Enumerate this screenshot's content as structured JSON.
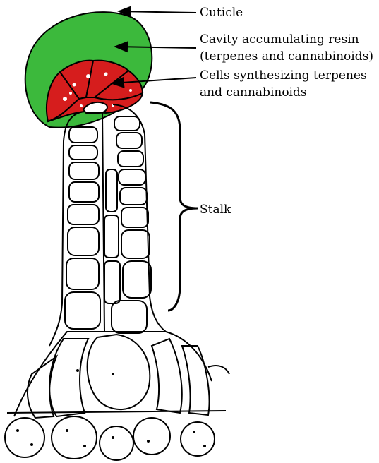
{
  "labels": {
    "cuticle": "Cuticle",
    "cavity": [
      "Cavity accumulating resin",
      "(terpenes and cannabinoids)"
    ],
    "cells": [
      "Cells synthesizing terpenes",
      "and cannabinoids"
    ],
    "stalk": "Stalk"
  },
  "colors": {
    "cavity_fill": "#3cb93c",
    "secretory_cells_fill": "#d61d1d",
    "outline": "#000000",
    "background": "#ffffff"
  }
}
